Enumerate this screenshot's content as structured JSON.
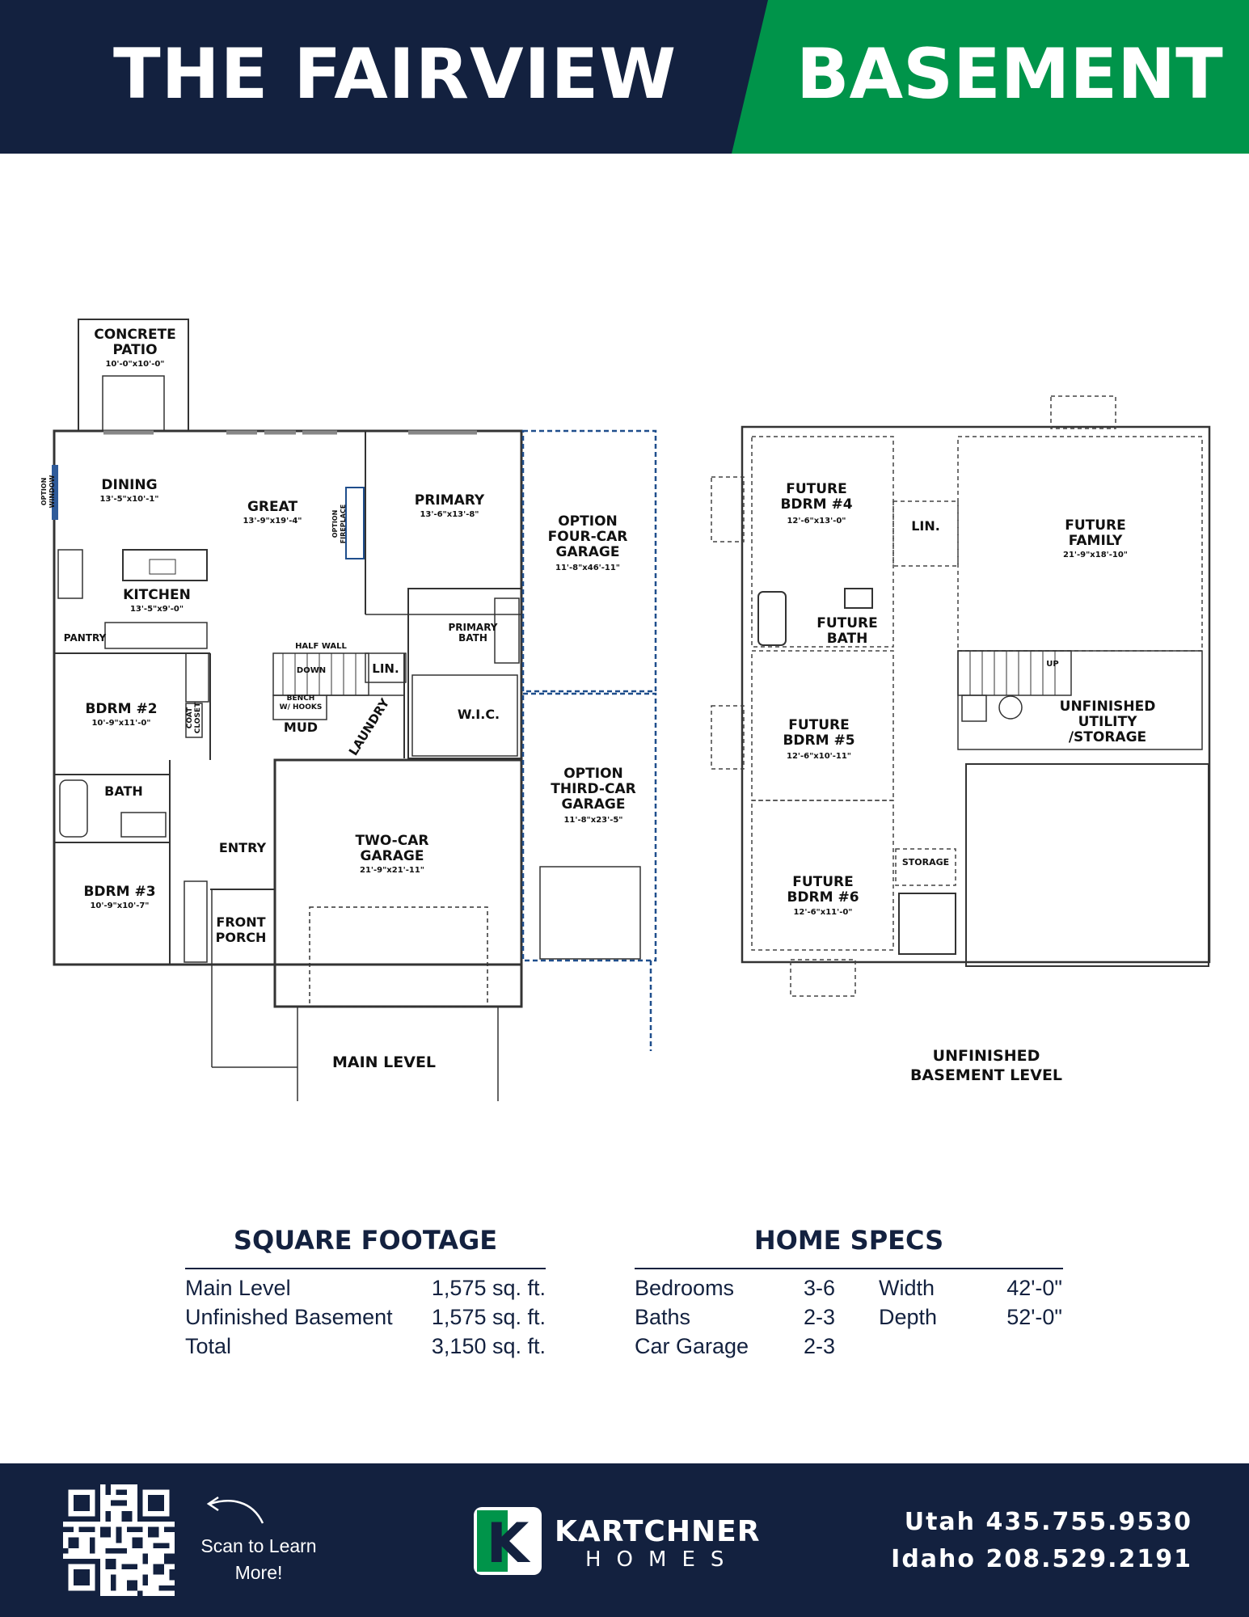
{
  "header": {
    "plan_name": "THE FAIRVIEW",
    "plan_variant": "BASEMENT",
    "colors": {
      "navy": "#13213f",
      "green": "#00944a"
    }
  },
  "main_level": {
    "caption": "MAIN LEVEL",
    "rooms": {
      "patio": {
        "name": "CONCRETE\nPATIO",
        "dims": "10'-0\"x10'-0\""
      },
      "dining": {
        "name": "DINING",
        "dims": "13'-5\"x10'-1\""
      },
      "great": {
        "name": "GREAT",
        "dims": "13'-9\"x19'-4\""
      },
      "primary": {
        "name": "PRIMARY",
        "dims": "13'-6\"x13'-8\""
      },
      "four_car": {
        "name": "OPTION\nFOUR-CAR\nGARAGE",
        "dims": "11'-8\"x46'-11\""
      },
      "kitchen": {
        "name": "KITCHEN",
        "dims": "13'-5\"x9'-0\""
      },
      "primary_bath": {
        "name": "PRIMARY\nBATH"
      },
      "pantry": {
        "name": "PANTRY"
      },
      "half_wall": {
        "name": "HALF WALL"
      },
      "down": {
        "name": "DOWN"
      },
      "lin": {
        "name": "LIN."
      },
      "bdrm2": {
        "name": "BDRM #2",
        "dims": "10'-9\"x11'-0\""
      },
      "coat_closet": {
        "name": "COAT\nCLOSET"
      },
      "bench": {
        "name": "BENCH\nW/ HOOKS"
      },
      "mud": {
        "name": "MUD"
      },
      "laundry": {
        "name": "LAUNDRY"
      },
      "wic": {
        "name": "W.I.C."
      },
      "bath": {
        "name": "BATH"
      },
      "third_car": {
        "name": "OPTION\nTHIRD-CAR\nGARAGE",
        "dims": "11'-8\"x23'-5\""
      },
      "entry": {
        "name": "ENTRY"
      },
      "two_car": {
        "name": "TWO-CAR\nGARAGE",
        "dims": "21'-9\"x21'-11\""
      },
      "bdrm3": {
        "name": "BDRM #3",
        "dims": "10'-9\"x10'-7\""
      },
      "front_porch": {
        "name": "FRONT\nPORCH"
      },
      "option_window": {
        "name": "OPTION\nWINDOW"
      },
      "option_fireplace": {
        "name": "OPTION\nFIREPLACE"
      }
    }
  },
  "basement_level": {
    "caption": "UNFINISHED\nBASEMENT LEVEL",
    "rooms": {
      "bdrm4": {
        "name": "FUTURE\nBDRM #4",
        "dims": "12'-6\"x13'-0\""
      },
      "lin": {
        "name": "LIN."
      },
      "family": {
        "name": "FUTURE\nFAMILY",
        "dims": "21'-9\"x18'-10\""
      },
      "bath": {
        "name": "FUTURE\nBATH"
      },
      "up": {
        "name": "UP"
      },
      "utility": {
        "name": "UNFINISHED\nUTILITY\n/STORAGE"
      },
      "bdrm5": {
        "name": "FUTURE\nBDRM #5",
        "dims": "12'-6\"x10'-11\""
      },
      "storage": {
        "name": "STORAGE"
      },
      "bdrm6": {
        "name": "FUTURE\nBDRM #6",
        "dims": "12'-6\"x11'-0\""
      }
    }
  },
  "square_footage": {
    "title": "SQUARE FOOTAGE",
    "rows": [
      {
        "label": "Main Level",
        "value": "1,575 sq. ft."
      },
      {
        "label": "Unfinished Basement",
        "value": "1,575 sq. ft."
      },
      {
        "label": "Total",
        "value": "3,150 sq. ft."
      }
    ]
  },
  "home_specs": {
    "title": "HOME SPECS",
    "rows": [
      {
        "label": "Bedrooms",
        "value": "3-6",
        "label2": "Width",
        "value2": "42'-0\""
      },
      {
        "label": "Baths",
        "value": "2-3",
        "label2": "Depth",
        "value2": "52'-0\""
      },
      {
        "label": "Car Garage",
        "value": "2-3",
        "label2": "",
        "value2": ""
      }
    ]
  },
  "footer": {
    "scan_text": "Scan to Learn More!",
    "brand_name": "KARTCHNER",
    "brand_sub": "HOMES",
    "logo_letter": "K",
    "phone_utah": "Utah 435.755.9530",
    "phone_idaho": "Idaho 208.529.2191"
  }
}
